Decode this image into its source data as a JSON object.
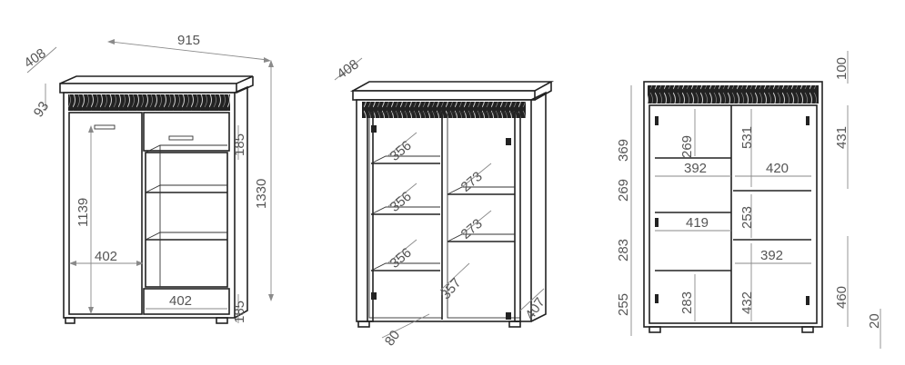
{
  "diagram": {
    "view_front": {
      "dimensions": {
        "width": "915",
        "depth": "408",
        "top_height": "93",
        "drawer_height": "185",
        "total_height": "1330",
        "door_height": "1139",
        "door_width": "402",
        "bottom_drawer_width": "402",
        "bottom_drawer_height": "185"
      }
    },
    "view_open": {
      "dimensions": {
        "depth": "408",
        "left_shelf_1": "356",
        "left_shelf_2": "356",
        "left_shelf_3": "356",
        "right_shelf_1": "273",
        "right_shelf_2": "273",
        "inner_depth_a": "357",
        "inner_depth_b": "407",
        "plinth": "80"
      }
    },
    "view_inner": {
      "dimensions": {
        "top": "100",
        "left_h1": "369",
        "left_h2": "269",
        "left_h3": "283",
        "left_h4": "255",
        "inner_h1": "269",
        "inner_h2": "283",
        "width_left_1": "392",
        "width_left_2": "419",
        "mid_h1": "531",
        "mid_h2": "253",
        "mid_h3": "432",
        "width_right_1": "420",
        "width_right_2": "392",
        "right_h1": "431",
        "right_h2": "460",
        "foot": "20"
      }
    }
  }
}
